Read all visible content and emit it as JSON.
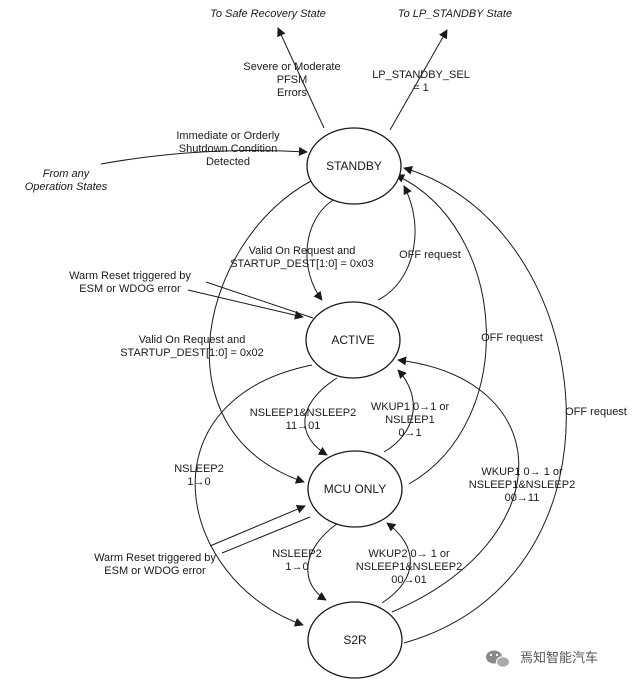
{
  "states": {
    "standby": "STANDBY",
    "active": "ACTIVE",
    "mcu_only": "MCU ONLY",
    "s2r": "S2R"
  },
  "targets": {
    "safe_recovery": "To Safe Recovery State",
    "lp_standby": "To LP_STANDBY State"
  },
  "labels": {
    "severe_1": "Severe or Moderate",
    "severe_2": "PFSM",
    "severe_3": "Errors",
    "lp_sel_1": "LP_STANDBY_SEL",
    "lp_sel_2": "= 1",
    "shutdown_1": "Immediate or Orderly",
    "shutdown_2": "Shutdown Condition",
    "shutdown_3": "Detected",
    "from_any_1": "From any",
    "from_any_2": "Operation States",
    "valid_on_a_1": "Valid On Request and",
    "valid_on_a_2": "STARTUP_DEST[1:0]  = 0x03",
    "off_req_1": "OFF request",
    "warm_reset_a_1": "Warm Reset triggered by",
    "warm_reset_a_2": "ESM or WDOG error",
    "valid_on_b_1": "Valid On Request and",
    "valid_on_b_2": "STARTUP_DEST[1:0]  = 0x02",
    "off_req_2": "OFF request",
    "nsleep_a_1": "NSLEEP1&NSLEEP2",
    "nsleep_a_2": "11→01",
    "wkup1_a_1": "WKUP1 0→1 or",
    "wkup1_a_2": "NSLEEP1",
    "wkup1_a_3": "0→1",
    "off_req_3": "OFF request",
    "nsleep2_a_1": "NSLEEP2",
    "nsleep2_a_2": "1→0",
    "wkup1_b_1": "WKUP1 0→ 1 or",
    "wkup1_b_2": "NSLEEP1&NSLEEP2",
    "wkup1_b_3": "00→11",
    "warm_reset_b_1": "Warm Reset triggered by",
    "warm_reset_b_2": "ESM or WDOG error",
    "nsleep2_b_1": "NSLEEP2",
    "nsleep2_b_2": "1→0",
    "wkup2_1": "WKUP2 0→ 1 or",
    "wkup2_2": "NSLEEP1&NSLEEP2",
    "wkup2_3": "00→01"
  },
  "watermark": {
    "text": "焉知智能汽车"
  }
}
